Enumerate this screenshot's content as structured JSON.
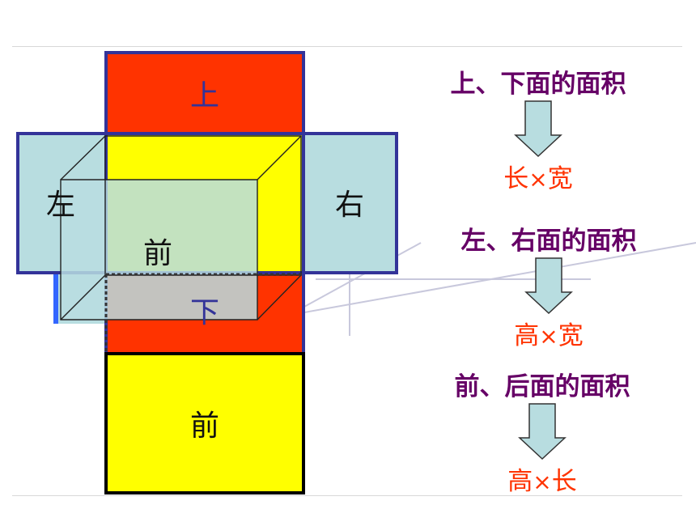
{
  "net": {
    "top_label": "上",
    "left_label": "左",
    "right_label": "右",
    "front_label": "前",
    "bottom_label": "下",
    "back_label": "前"
  },
  "formulas": [
    {
      "heading": "上、下面的面积",
      "a": "长",
      "op": "×",
      "b": "宽"
    },
    {
      "heading": "左、右面的面积",
      "a": "高",
      "op": "×",
      "b": "宽"
    },
    {
      "heading": "前、后面的面积",
      "a": "高",
      "op": "×",
      "b": "长"
    }
  ],
  "colors": {
    "red_face": "#ff3300",
    "yellow_face": "#ffff00",
    "blue_face": "#b8dde0",
    "border": "#333399",
    "heading_text": "#660066",
    "result_text": "#ff3300",
    "arrow_fill": "#b8dde0"
  }
}
